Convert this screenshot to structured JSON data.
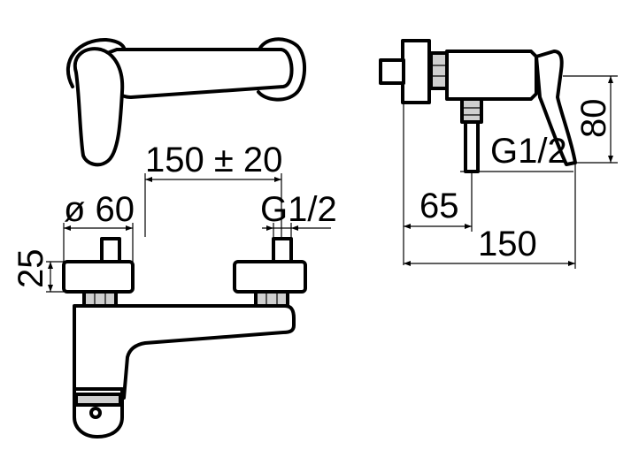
{
  "dimensions": {
    "spacing": "150 ± 20",
    "eccentric_diameter": "ø 60",
    "thread_front": "G1/2",
    "eccentric_height": "25",
    "thread_side": "G1/2",
    "body_height": "80",
    "wall_to_outlet": "65",
    "total_depth": "150"
  }
}
